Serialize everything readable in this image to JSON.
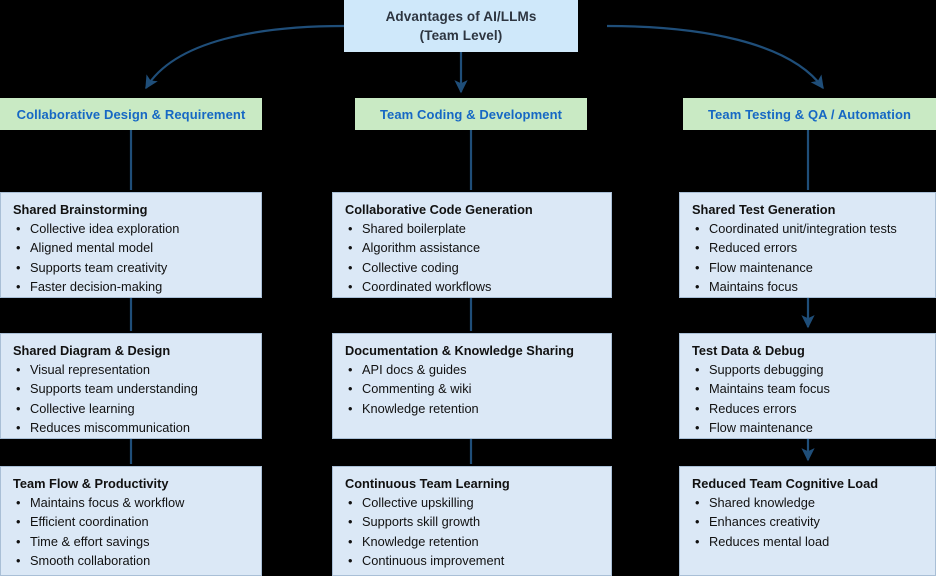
{
  "root": {
    "line1": "Advantages of AI/LLMs",
    "line2": "(Team Level)",
    "fill_color": "#cfe8fa"
  },
  "theme": {
    "header_fill": "#c9eac4",
    "header_text_color": "#1668c4",
    "card_fill": "#dbe8f6",
    "card_border": "#a9bfd6",
    "connector_color": "#1f4e79",
    "background": "#000000"
  },
  "columns": [
    {
      "header": "Collaborative Design & Requirement",
      "cards": [
        {
          "title": "Shared Brainstorming",
          "items": [
            "Collective idea exploration",
            "Aligned mental model",
            "Supports team creativity",
            "Faster decision-making"
          ]
        },
        {
          "title": "Shared Diagram & Design",
          "items": [
            "Visual representation",
            "Supports team understanding",
            "Collective learning",
            "Reduces miscommunication"
          ]
        },
        {
          "title": "Team Flow & Productivity",
          "items": [
            "Maintains focus & workflow",
            "Efficient coordination",
            "Time & effort savings",
            "Smooth collaboration"
          ]
        }
      ]
    },
    {
      "header": "Team Coding & Development",
      "cards": [
        {
          "title": "Collaborative Code Generation",
          "items": [
            "Shared boilerplate",
            "Algorithm assistance",
            "Collective coding",
            "Coordinated workflows"
          ]
        },
        {
          "title": "Documentation & Knowledge Sharing",
          "items": [
            "API docs & guides",
            "Commenting & wiki",
            "Knowledge retention"
          ]
        },
        {
          "title": "Continuous Team Learning",
          "items": [
            "Collective upskilling",
            "Supports skill growth",
            "Knowledge retention",
            "Continuous improvement"
          ]
        }
      ]
    },
    {
      "header": "Team Testing & QA / Automation",
      "cards": [
        {
          "title": "Shared Test Generation",
          "items": [
            "Coordinated unit/integration tests",
            "Reduced errors",
            "Flow maintenance",
            "Maintains focus"
          ]
        },
        {
          "title": "Test Data & Debug",
          "items": [
            "Supports debugging",
            "Maintains team focus",
            "Reduces errors",
            "Flow maintenance"
          ]
        },
        {
          "title": "Reduced Team Cognitive Load",
          "items": [
            "Shared knowledge",
            "Enhances creativity",
            "Reduces mental load"
          ]
        }
      ]
    }
  ]
}
